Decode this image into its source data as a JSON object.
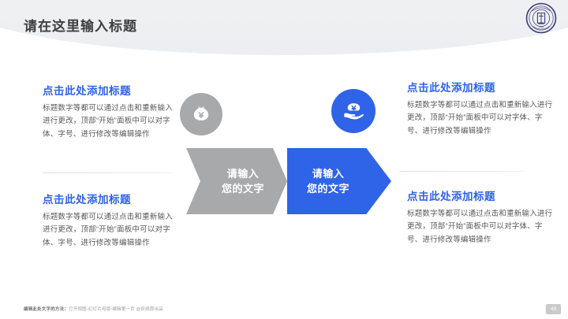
{
  "header": {
    "title": "请在这里输入标题",
    "emblem_name": "university-emblem",
    "emblem_color": "#3b3c7a"
  },
  "theme": {
    "accent_blue": "#2f63e8",
    "accent_gray": "#a8a9ab",
    "body_text": "#58595b",
    "title_text": "#3f3f3f",
    "background": "#ffffff"
  },
  "blocks": [
    {
      "position": "top-left",
      "heading": "点击此处添加标题",
      "body": "标题数字等都可以通过点击和重新输入进行更改，顶部“开始”面板中可以对字体、字号、进行修改等编辑操作"
    },
    {
      "position": "bottom-left",
      "heading": "点击此处添加标题",
      "body": "标题数字等都可以通过点击和重新输入进行更改，顶部“开始”面板中可以对字体、字号、进行修改等编辑操作"
    },
    {
      "position": "top-right",
      "heading": "点击此处添加标题",
      "body": "标题数字等都可以通过点击和重新输入进行更改，顶部“开始”面板中可以对字体、字号、进行修改等编辑操作"
    },
    {
      "position": "bottom-right",
      "heading": "点击此处添加标题",
      "body": "标题数字等都可以通过点击和重新输入进行更改，顶部“开始”面板中可以对字体、字号、进行修改等编辑操作"
    }
  ],
  "icons": {
    "money_bag": {
      "name": "money-bag-yuan-icon",
      "symbol": "¥",
      "circle_color": "#a8a9ab"
    },
    "hand_money": {
      "name": "hand-holding-yuan-icon",
      "symbol": "¥",
      "circle_color": "#2f63e8"
    }
  },
  "chevrons": [
    {
      "name": "chevron-gray",
      "line1": "请输入",
      "line2": "您的文字",
      "color": "#a8a9ab"
    },
    {
      "name": "chevron-blue",
      "line1": "请输入",
      "line2": "您的文字",
      "color": "#2f63e8"
    }
  ],
  "footer": {
    "label": "编辑此处文字的方法：",
    "note": "打开视图-幻灯片母版-编辑第一页 @妖娆那出品",
    "page_number": "49"
  }
}
